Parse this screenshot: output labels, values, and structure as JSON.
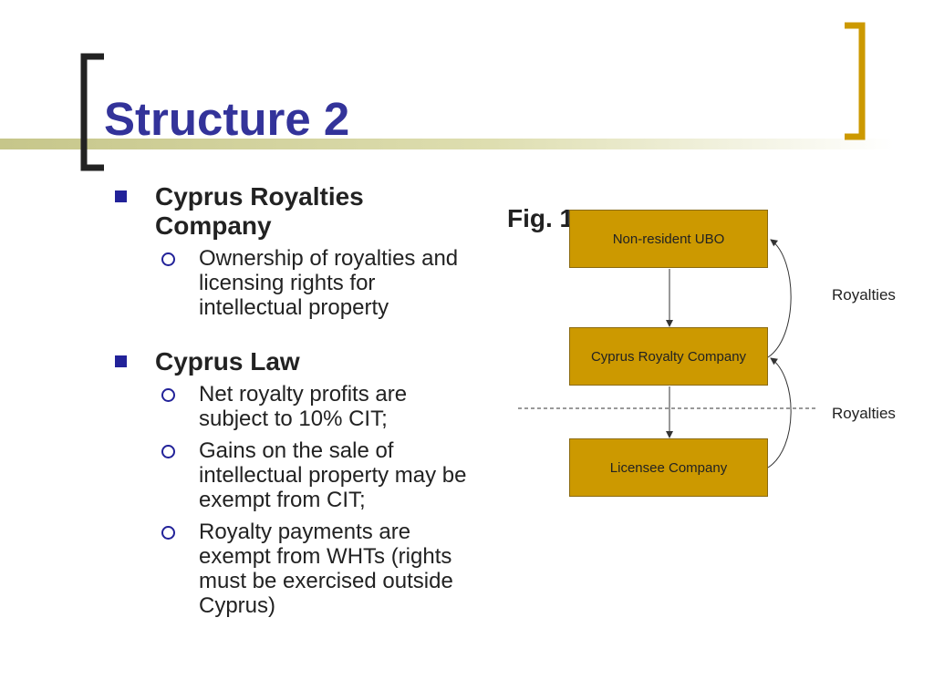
{
  "slide": {
    "title": "Structure 2",
    "accent_colors": {
      "title": "#33339a",
      "bracket_left": "#222222",
      "bracket_right": "#cc9900",
      "node_fill": "#cc9900",
      "bullet": "#222299"
    }
  },
  "bullets": [
    {
      "text": "Cyprus Royalties Company",
      "icon": "square-bullet-icon",
      "subitems": [
        "Ownership of royalties and licensing rights for intellectual property"
      ]
    },
    {
      "text": "Cyprus Law",
      "icon": "square-bullet-icon",
      "subitems": [
        "Net royalty profits are subject to 10% CIT;",
        "Gains on the sale of intellectual property may be exempt from CIT;",
        "Royalty payments are exempt from WHTs (rights must be exercised outside Cyprus)"
      ]
    }
  ],
  "figure": {
    "label": "Fig. 1",
    "nodes": [
      "Non-resident UBO",
      "Cyprus Royalty Company",
      "Licensee Company"
    ],
    "flows": [
      "Royalties",
      "Royalties"
    ]
  }
}
